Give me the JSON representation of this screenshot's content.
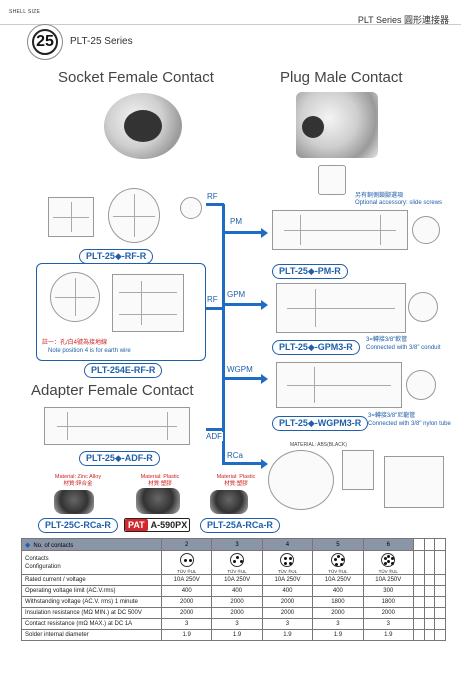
{
  "header": {
    "shell_label": "SHELL SIZE",
    "shell_size": "25",
    "series_title": "PLT-25 Series",
    "page_header": "PLT Series 圓形連接器"
  },
  "sections": {
    "socket_female": "Socket Female Contact",
    "plug_male": "Plug Male Contact",
    "adapter_female": "Adapter Female Contact"
  },
  "parts": {
    "rf_r": "PLT-25◆-RF-R",
    "pm_r": "PLT-25◆-PM-R",
    "rf_r_254e": "PLT-254E-RF-R",
    "gpm3_r": "PLT-25◆-GPM3-R",
    "wgpm3_r": "PLT-25◆-WGPM3-R",
    "adf_r": "PLT-25◆-ADF-R",
    "rca_25c": "PLT-25C-RCa-R",
    "rca_25a": "PLT-25A-RCa-R"
  },
  "branches": {
    "rf_top": "RF",
    "pm": "PM",
    "rf_mid": "RF",
    "gpm": "GPM",
    "wgpm": "WGPM",
    "adf": "ADF",
    "rca": "RCa"
  },
  "notes": {
    "optional_zh": "另有銅側鎖腳選項",
    "optional_en": "Optional accessory: slide screws",
    "earth_zh": "註一：孔/白4號為接地線",
    "earth_en": "Note position 4 is for earth wire",
    "gpm3_zh": "3=轉接3/8\"軟管",
    "gpm3_en": "Connected with 3/8\" conduit",
    "wgpm3_zh": "3=轉接3/8\"尼龍管",
    "wgpm3_en": "Connected with 3/8\" nylon tube",
    "material_abs": "MATERIAL: ABS(BLACK)"
  },
  "materials": {
    "zinc": {
      "en": "Material: Zinc Alloy",
      "zh": "材質:鋅合金"
    },
    "plastic1": {
      "en": "Material: Plastic",
      "zh": "材質:塑膠"
    },
    "plastic2": {
      "en": "Material: Plastic",
      "zh": "材質:塑膠"
    }
  },
  "patent": {
    "badge": "PAT",
    "code": "A-590PX"
  },
  "table": {
    "header_label": "No. of contacts",
    "contact_counts": [
      "2",
      "3",
      "4",
      "5",
      "6"
    ],
    "config_label_1": "Contacts",
    "config_label_2": "Configuration",
    "cert_marks": "TÜV  ®UL",
    "rows": [
      {
        "label": "Rated current / voltage",
        "values": [
          "10A 250V",
          "10A 250V",
          "10A 250V",
          "10A 250V",
          "10A 250V"
        ]
      },
      {
        "label": "Operating voltage limit (AC.V.rms)",
        "values": [
          "400",
          "400",
          "400",
          "400",
          "300"
        ]
      },
      {
        "label": "Withstanding voltage (AC.V. rms) 1 minute",
        "values": [
          "2000",
          "2000",
          "2000",
          "1800",
          "1800"
        ]
      },
      {
        "label": "Insulation resistance (MΩ MIN.) at DC 500V",
        "values": [
          "2000",
          "2000",
          "2000",
          "2000",
          "2000"
        ]
      },
      {
        "label": "Contact resistance (mΩ MAX.) at DC 1A",
        "values": [
          "3",
          "3",
          "3",
          "3",
          "3"
        ]
      },
      {
        "label": "Solder internal diameter",
        "values": [
          "1.9",
          "1.9",
          "1.9",
          "1.9",
          "1.9"
        ]
      }
    ]
  },
  "colors": {
    "accent": "#1f6cc4",
    "label_blue": "#1f5faa",
    "patent_red": "#d4262d",
    "header_gray": "#8a96a8"
  }
}
